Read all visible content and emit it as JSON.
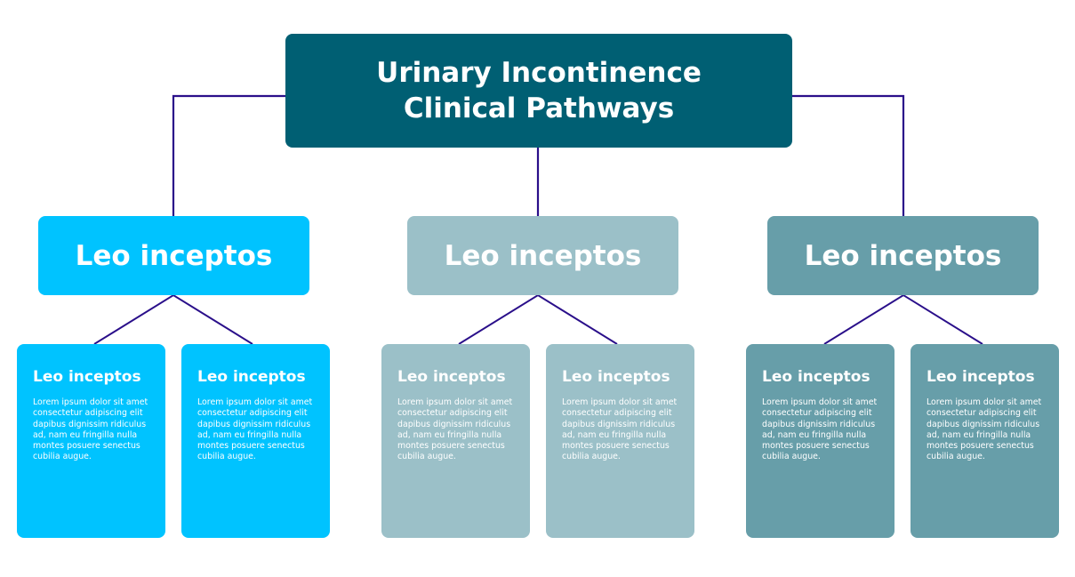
{
  "colors": {
    "root": "#005f73",
    "branch_1": "#00c3ff",
    "branch_2": "#9bc0c8",
    "branch_3": "#679ea9",
    "connector": "#2a0f8a",
    "text": "#ffffff"
  },
  "root": {
    "title_line1": "Urinary Incontinence",
    "title_line2": "Clinical Pathways"
  },
  "branches": [
    {
      "title": "Leo inceptos",
      "children": [
        {
          "title": "Leo inceptos",
          "text": "Lorem ipsum dolor sit amet consectetur adipiscing elit dapibus dignissim ridiculus ad, nam eu fringilla nulla montes posuere senectus cubilia augue."
        },
        {
          "title": "Leo inceptos",
          "text": "Lorem ipsum dolor sit amet consectetur adipiscing elit dapibus dignissim ridiculus ad, nam eu fringilla nulla montes posuere senectus cubilia augue."
        }
      ]
    },
    {
      "title": "Leo inceptos",
      "children": [
        {
          "title": "Leo inceptos",
          "text": "Lorem ipsum dolor sit amet consectetur adipiscing elit dapibus dignissim ridiculus ad, nam eu fringilla nulla montes posuere senectus cubilia augue."
        },
        {
          "title": "Leo inceptos",
          "text": "Lorem ipsum dolor sit amet consectetur adipiscing elit dapibus dignissim ridiculus ad, nam eu fringilla nulla montes posuere senectus cubilia augue."
        }
      ]
    },
    {
      "title": "Leo inceptos",
      "children": [
        {
          "title": "Leo inceptos",
          "text": "Lorem ipsum dolor sit amet consectetur adipiscing elit dapibus dignissim ridiculus ad, nam eu fringilla nulla montes posuere senectus cubilia augue."
        },
        {
          "title": "Leo inceptos",
          "text": "Lorem ipsum dolor sit amet consectetur adipiscing elit dapibus dignissim ridiculus ad, nam eu fringilla nulla montes posuere senectus cubilia augue."
        }
      ]
    }
  ]
}
